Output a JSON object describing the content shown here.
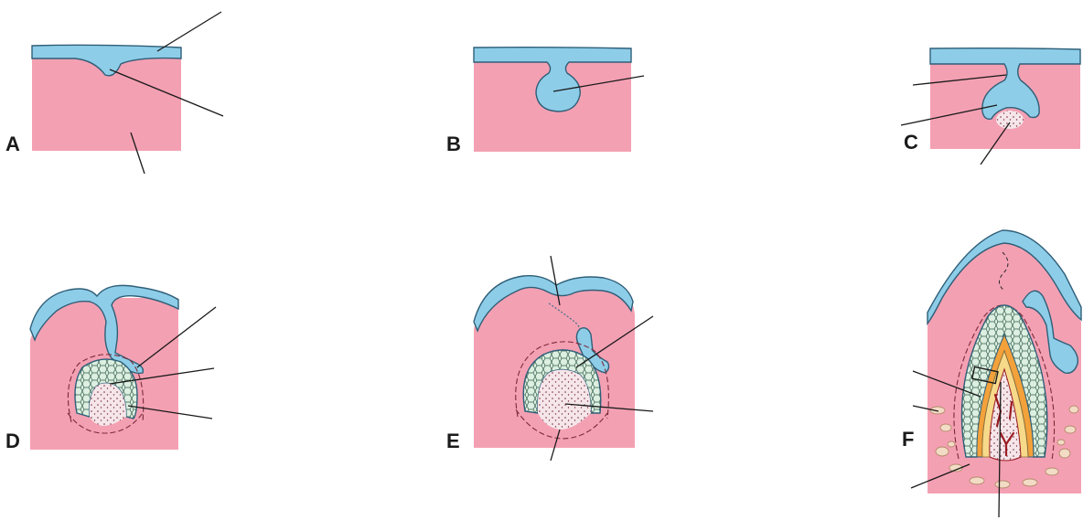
{
  "panels": [
    {
      "letter": "A"
    },
    {
      "letter": "B"
    },
    {
      "letter": "C"
    },
    {
      "letter": "D"
    },
    {
      "letter": "E"
    },
    {
      "letter": "F"
    }
  ],
  "colors": {
    "mesenchyme": "#f4a0b3",
    "epithelium": "#8ecde8",
    "enamel_organ_reticulum": "#cfe6d4",
    "dental_papilla": "#f6e3e8",
    "enamel": "#f3a13a",
    "dentin": "#f7d98a",
    "blood_vessel": "#9b1b22",
    "bone": "#f3dcc6"
  }
}
